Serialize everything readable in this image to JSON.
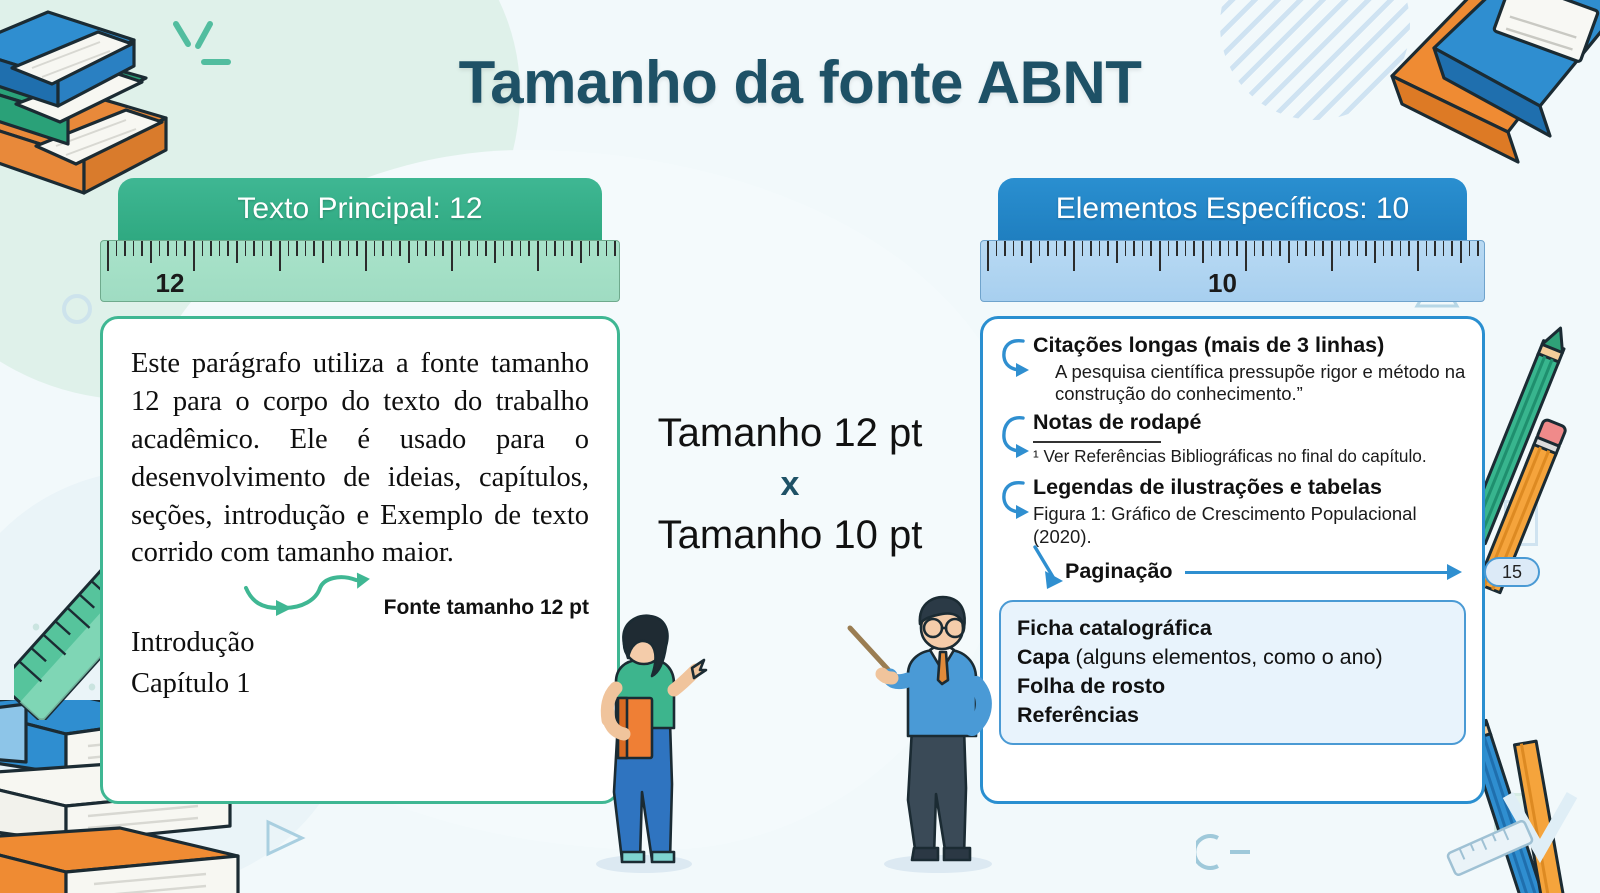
{
  "title": "Tamanho da fonte ABNT",
  "colors": {
    "title": "#1e5166",
    "green": "#3fb793",
    "blue": "#2a8fd0",
    "page_bg": "#f2f9fb"
  },
  "left_panel": {
    "header": "Texto Principal: 12",
    "ruler_value": "12",
    "paragraph": "Este parágrafo utiliza a fonte tamanho 12 para o corpo do texto do trabalho acadêmico. Ele é usado para o desenvolvimento de ideias, capítulos, seções, introdução e Exemplo de texto corrido com tamanho maior.",
    "annotation": "Fonte tamanho 12 pt",
    "headings": [
      "Introdução",
      "Capítulo 1"
    ]
  },
  "center": {
    "line1": "Tamanho 12 pt",
    "operator": "x",
    "line2": "Tamanho 10 pt"
  },
  "right_panel": {
    "header": "Elementos Específicos: 10",
    "ruler_value": "10",
    "items": [
      {
        "title": "Citações longas (mais de 3 linhas)",
        "sub": "A pesquisa científica pressupõe rigor e método na construção do conhecimento.”"
      },
      {
        "title": "Notas de rodapé",
        "sub": "¹ Ver Referências Bibliográficas no final do capítulo."
      },
      {
        "title": "Legendas de ilustrações e tabelas",
        "sub": "Figura 1: Gráfico de Crescimento Populacional (2020)."
      }
    ],
    "pagination": {
      "label": "Paginação",
      "page_number": "15"
    },
    "extra_box": [
      {
        "bold": "Ficha catalográfica",
        "rest": ""
      },
      {
        "bold": "Capa",
        "rest": " (alguns elementos, como o ano)"
      },
      {
        "bold": "Folha de rosto",
        "rest": ""
      },
      {
        "bold": "Referências",
        "rest": ""
      }
    ]
  }
}
